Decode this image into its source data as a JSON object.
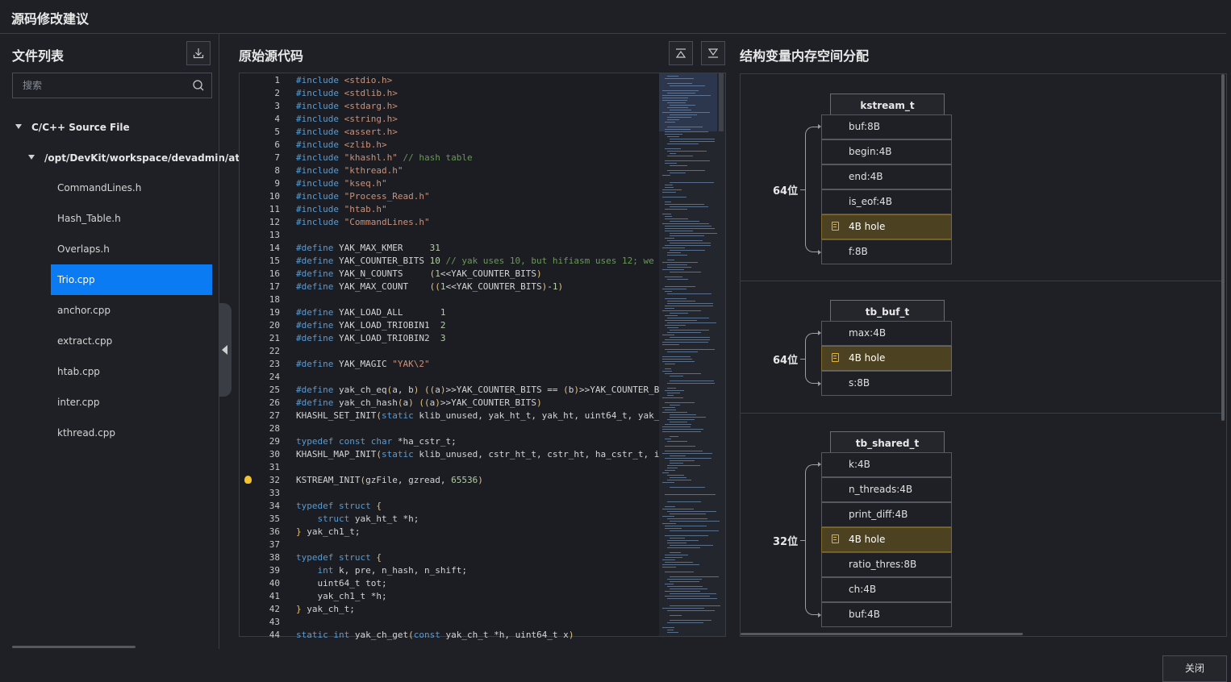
{
  "dialog": {
    "title": "源码修改建议",
    "close_label": "关闭"
  },
  "files": {
    "heading": "文件列表",
    "download_icon": "download-icon",
    "search_placeholder": "搜索",
    "tree": {
      "group": "C/C++ Source File",
      "path": "/opt/DevKit/workspace/devadmin/at",
      "items": [
        "CommandLines.h",
        "Hash_Table.h",
        "Overlaps.h",
        "Trio.cpp",
        "anchor.cpp",
        "extract.cpp",
        "htab.cpp",
        "inter.cpp",
        "kthread.cpp"
      ],
      "selected": "Trio.cpp"
    }
  },
  "code": {
    "heading": "原始源代码",
    "hint_line": 32,
    "lines": [
      "#include <stdio.h>",
      "#include <stdlib.h>",
      "#include <stdarg.h>",
      "#include <string.h>",
      "#include <assert.h>",
      "#include <zlib.h>",
      "#include \"khashl.h\" // hash table",
      "#include \"kthread.h\"",
      "#include \"kseq.h\"",
      "#include \"Process_Read.h\"",
      "#include \"htab.h\"",
      "#include \"CommandLines.h\"",
      "",
      "#define YAK_MAX_KMER     31",
      "#define YAK_COUNTER_BITS 10 // yak uses 10, but hifiasm uses 12; we",
      "#define YAK_N_COUNTS     (1<<YAK_COUNTER_BITS)",
      "#define YAK_MAX_COUNT    ((1<<YAK_COUNTER_BITS)-1)",
      "",
      "#define YAK_LOAD_ALL       1",
      "#define YAK_LOAD_TRIOBIN1  2",
      "#define YAK_LOAD_TRIOBIN2  3",
      "",
      "#define YAK_MAGIC \"YAK\\2\"",
      "",
      "#define yak_ch_eq(a, b) ((a)>>YAK_COUNTER_BITS == (b)>>YAK_COUNTER_B",
      "#define yak_ch_hash(a) ((a)>>YAK_COUNTER_BITS)",
      "KHASHL_SET_INIT(static klib_unused, yak_ht_t, yak_ht, uint64_t, yak_",
      "",
      "typedef const char *ha_cstr_t;",
      "KHASHL_MAP_INIT(static klib_unused, cstr_ht_t, cstr_ht, ha_cstr_t, i",
      "",
      "KSTREAM_INIT(gzFile, gzread, 65536)",
      "",
      "typedef struct {",
      "    struct yak_ht_t *h;",
      "} yak_ch1_t;",
      "",
      "typedef struct {",
      "    int k, pre, n_hash, n_shift;",
      "    uint64_t tot;",
      "    yak_ch1_t *h;",
      "} yak_ch_t;",
      "",
      "static int yak_ch_get(const yak_ch_t *h, uint64_t x)"
    ]
  },
  "structs": {
    "heading": "结构变量内存空间分配",
    "items": [
      {
        "name": "kstream_t",
        "bits": "64位",
        "fields": [
          "buf:8B",
          "begin:4B",
          "end:4B",
          "is_eof:4B",
          "4B hole",
          "f:8B"
        ]
      },
      {
        "name": "tb_buf_t",
        "bits": "64位",
        "fields": [
          "max:4B",
          "4B hole",
          "s:8B"
        ]
      },
      {
        "name": "tb_shared_t",
        "bits": "32位",
        "fields": [
          "k:4B",
          "n_threads:4B",
          "print_diff:4B",
          "4B hole",
          "ratio_thres:8B",
          "ch:4B",
          "buf:4B"
        ]
      }
    ]
  },
  "colors": {
    "accent": "#0b7bf4",
    "hole_bg": "#4c4120",
    "hole_icon": "#e8b32c"
  }
}
